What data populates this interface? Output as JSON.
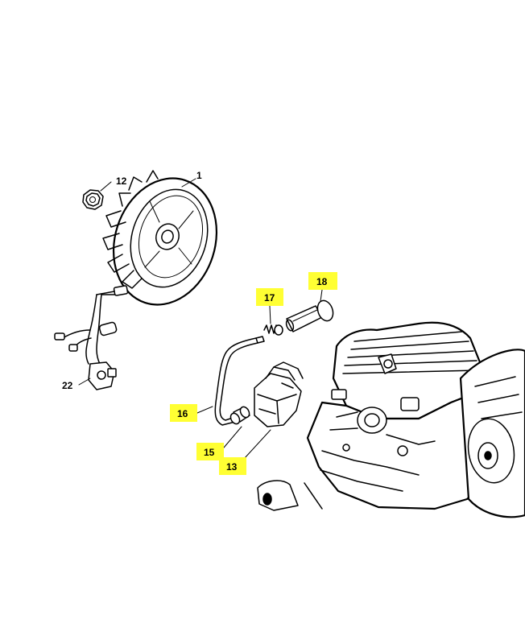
{
  "callouts": [
    {
      "id": "c1",
      "number": "1",
      "highlight": false
    },
    {
      "id": "c12",
      "number": "12",
      "highlight": false
    },
    {
      "id": "c22",
      "number": "22",
      "highlight": false
    },
    {
      "id": "c17",
      "number": "17",
      "highlight": true
    },
    {
      "id": "c18",
      "number": "18",
      "highlight": true
    },
    {
      "id": "c16",
      "number": "16",
      "highlight": true
    },
    {
      "id": "c15",
      "number": "15",
      "highlight": true
    },
    {
      "id": "c13",
      "number": "13",
      "highlight": true
    }
  ],
  "highlight_color": "#ffff33"
}
